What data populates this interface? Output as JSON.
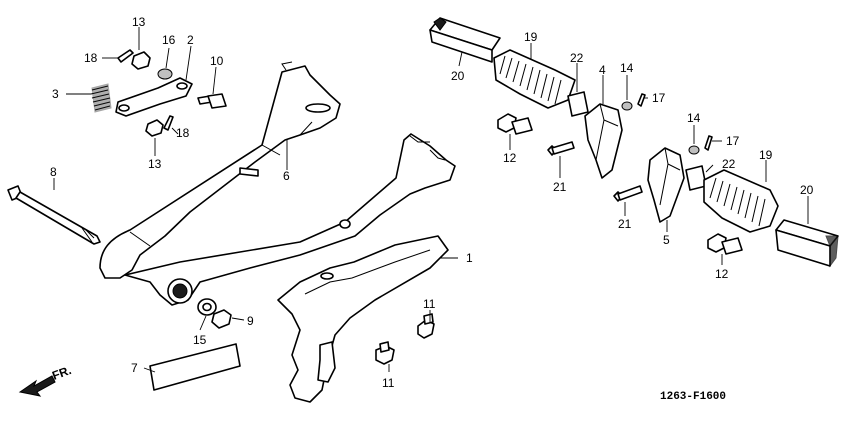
{
  "diagram": {
    "drawing_code": "1263-F1600",
    "direction_label": "FR.",
    "callouts": {
      "c1": "1",
      "c2": "2",
      "c3": "3",
      "c4": "4",
      "c5": "5",
      "c6": "6",
      "c7": "7",
      "c8": "8",
      "c9": "9",
      "c10": "10",
      "c11a": "11",
      "c11b": "11",
      "c12a": "12",
      "c12b": "12",
      "c13a": "13",
      "c13b": "13",
      "c14a": "14",
      "c14b": "14",
      "c15": "15",
      "c16": "16",
      "c17a": "17",
      "c17b": "17",
      "c18a": "18",
      "c18b": "18",
      "c19a": "19",
      "c19b": "19",
      "c20a": "20",
      "c20b": "20",
      "c21a": "21",
      "c21b": "21",
      "c22a": "22",
      "c22b": "22"
    }
  }
}
